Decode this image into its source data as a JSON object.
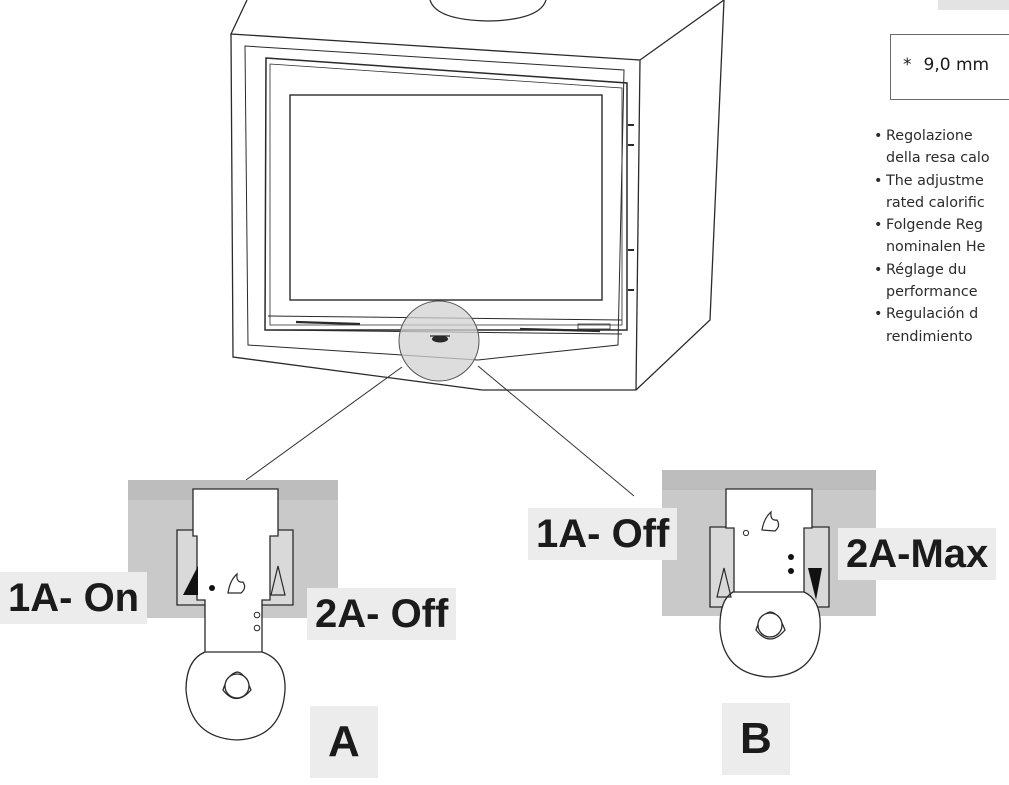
{
  "spec": {
    "star": "*",
    "value": "9,0 mm"
  },
  "notes": [
    {
      "line1": "Regolazione",
      "line2": "della resa calo"
    },
    {
      "line1": "The adjustme",
      "line2": "rated calorific"
    },
    {
      "line1": "Folgende Reg",
      "line2": "nominalen He"
    },
    {
      "line1": "Réglage    du",
      "line2": "performance"
    },
    {
      "line1": "Regulación d",
      "line2": "rendimiento"
    }
  ],
  "detail_a": {
    "left_label": "1A- On",
    "right_label": "2A- Off",
    "caption": "A"
  },
  "detail_b": {
    "left_label": "1A- Off",
    "right_label": "2A-Max",
    "caption": "B"
  },
  "colors": {
    "panel_grey": "#c9c9c9",
    "label_bg": "#ececec",
    "line": "#2a2a2a"
  }
}
